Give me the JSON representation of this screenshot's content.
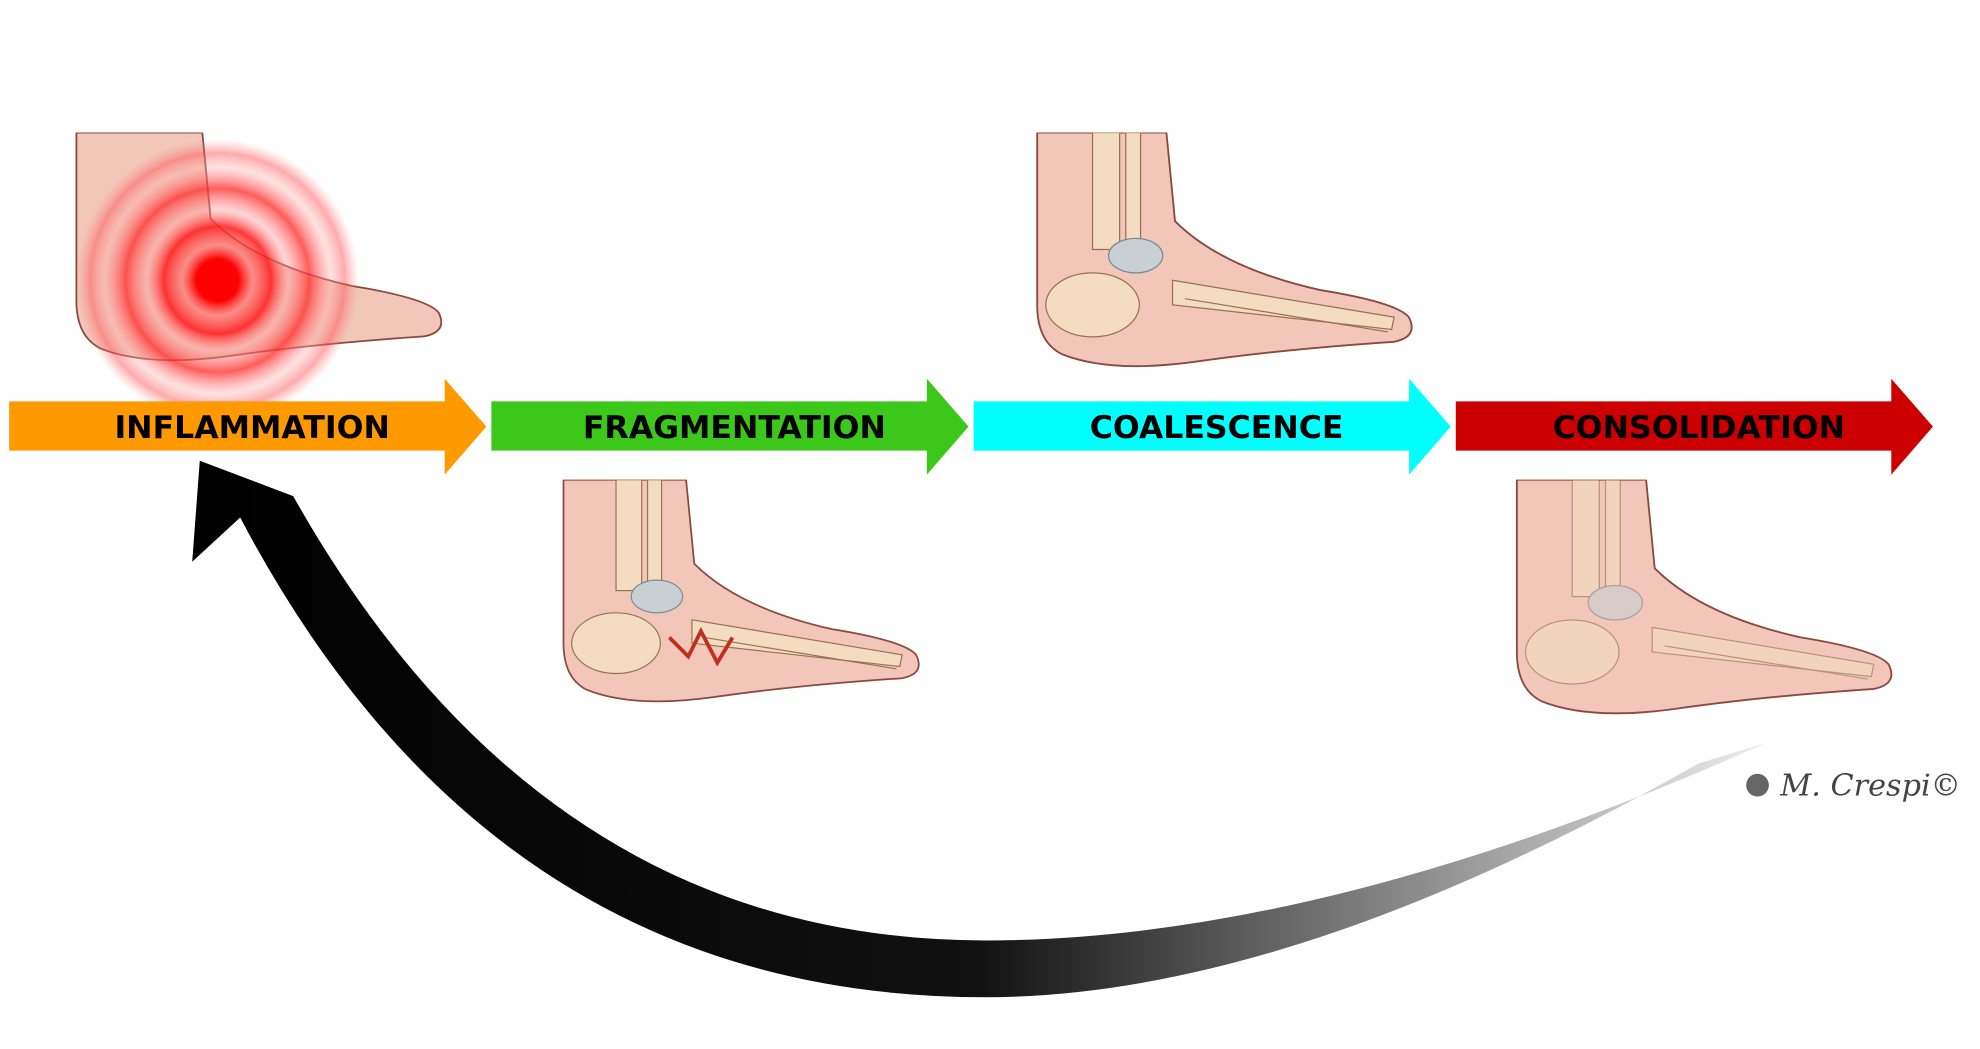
{
  "stages": [
    {
      "label": "INFLAMMATION",
      "color": "#ff9900"
    },
    {
      "label": "FRAGMENTATION",
      "color": "#3cc81a"
    },
    {
      "label": "COALESCENCE",
      "color": "#00ffff"
    },
    {
      "label": "CONSOLIDATION",
      "color": "#cc0000"
    }
  ],
  "cycle_arrow": {
    "from": "CONSOLIDATION",
    "to": "INFLAMMATION",
    "color": "#000000"
  },
  "watermark": {
    "text": "M. Crespi©"
  },
  "colors": {
    "skin": "#f2c6b8",
    "bone": "#f3dcc0",
    "inflammation": "#ff0000"
  }
}
